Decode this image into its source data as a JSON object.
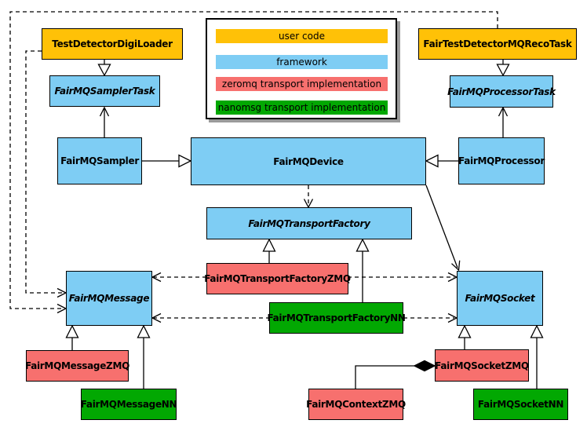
{
  "colors": {
    "user_code": "#ffc107",
    "framework": "#7ecdf4",
    "zeromq": "#f7706e",
    "nanomsg": "#02a802",
    "line": "#000000",
    "legend_shadow": "#9a9a9a"
  },
  "legend": {
    "items": [
      {
        "label": "user code",
        "color": "#ffc107"
      },
      {
        "label": "framework",
        "color": "#7ecdf4"
      },
      {
        "label": "zeromq transport implementation",
        "color": "#f7706e"
      },
      {
        "label": "nanomsg transport implementation",
        "color": "#02a802"
      }
    ]
  },
  "nodes": [
    {
      "label": "TestDetectorDigiLoader",
      "category": "user code",
      "abstract": false,
      "color": "#ffc107"
    },
    {
      "label": "FairTestDetectorMQRecoTask",
      "category": "user code",
      "abstract": false,
      "color": "#ffc107"
    },
    {
      "label": "FairMQSamplerTask",
      "category": "framework",
      "abstract": true,
      "color": "#7ecdf4"
    },
    {
      "label": "FairMQProcessorTask",
      "category": "framework",
      "abstract": true,
      "color": "#7ecdf4"
    },
    {
      "label": "FairMQSampler",
      "category": "framework",
      "abstract": false,
      "color": "#7ecdf4"
    },
    {
      "label": "FairMQDevice",
      "category": "framework",
      "abstract": false,
      "color": "#7ecdf4"
    },
    {
      "label": "FairMQProcessor",
      "category": "framework",
      "abstract": false,
      "color": "#7ecdf4"
    },
    {
      "label": "FairMQTransportFactory",
      "category": "framework",
      "abstract": true,
      "color": "#7ecdf4"
    },
    {
      "label": "FairMQTransportFactoryZMQ",
      "category": "zeromq",
      "abstract": false,
      "color": "#f7706e"
    },
    {
      "label": "FairMQTransportFactoryNN",
      "category": "nanomsg",
      "abstract": false,
      "color": "#02a802"
    },
    {
      "label": "FairMQMessage",
      "category": "framework",
      "abstract": true,
      "color": "#7ecdf4"
    },
    {
      "label": "FairMQSocket",
      "category": "framework",
      "abstract": true,
      "color": "#7ecdf4"
    },
    {
      "label": "FairMQMessageZMQ",
      "category": "zeromq",
      "abstract": false,
      "color": "#f7706e"
    },
    {
      "label": "FairMQMessageNN",
      "category": "nanomsg",
      "abstract": false,
      "color": "#02a802"
    },
    {
      "label": "FairMQContextZMQ",
      "category": "zeromq",
      "abstract": false,
      "color": "#f7706e"
    },
    {
      "label": "FairMQSocketZMQ",
      "category": "zeromq",
      "abstract": false,
      "color": "#f7706e"
    },
    {
      "label": "FairMQSocketNN",
      "category": "nanomsg",
      "abstract": false,
      "color": "#02a802"
    }
  ]
}
